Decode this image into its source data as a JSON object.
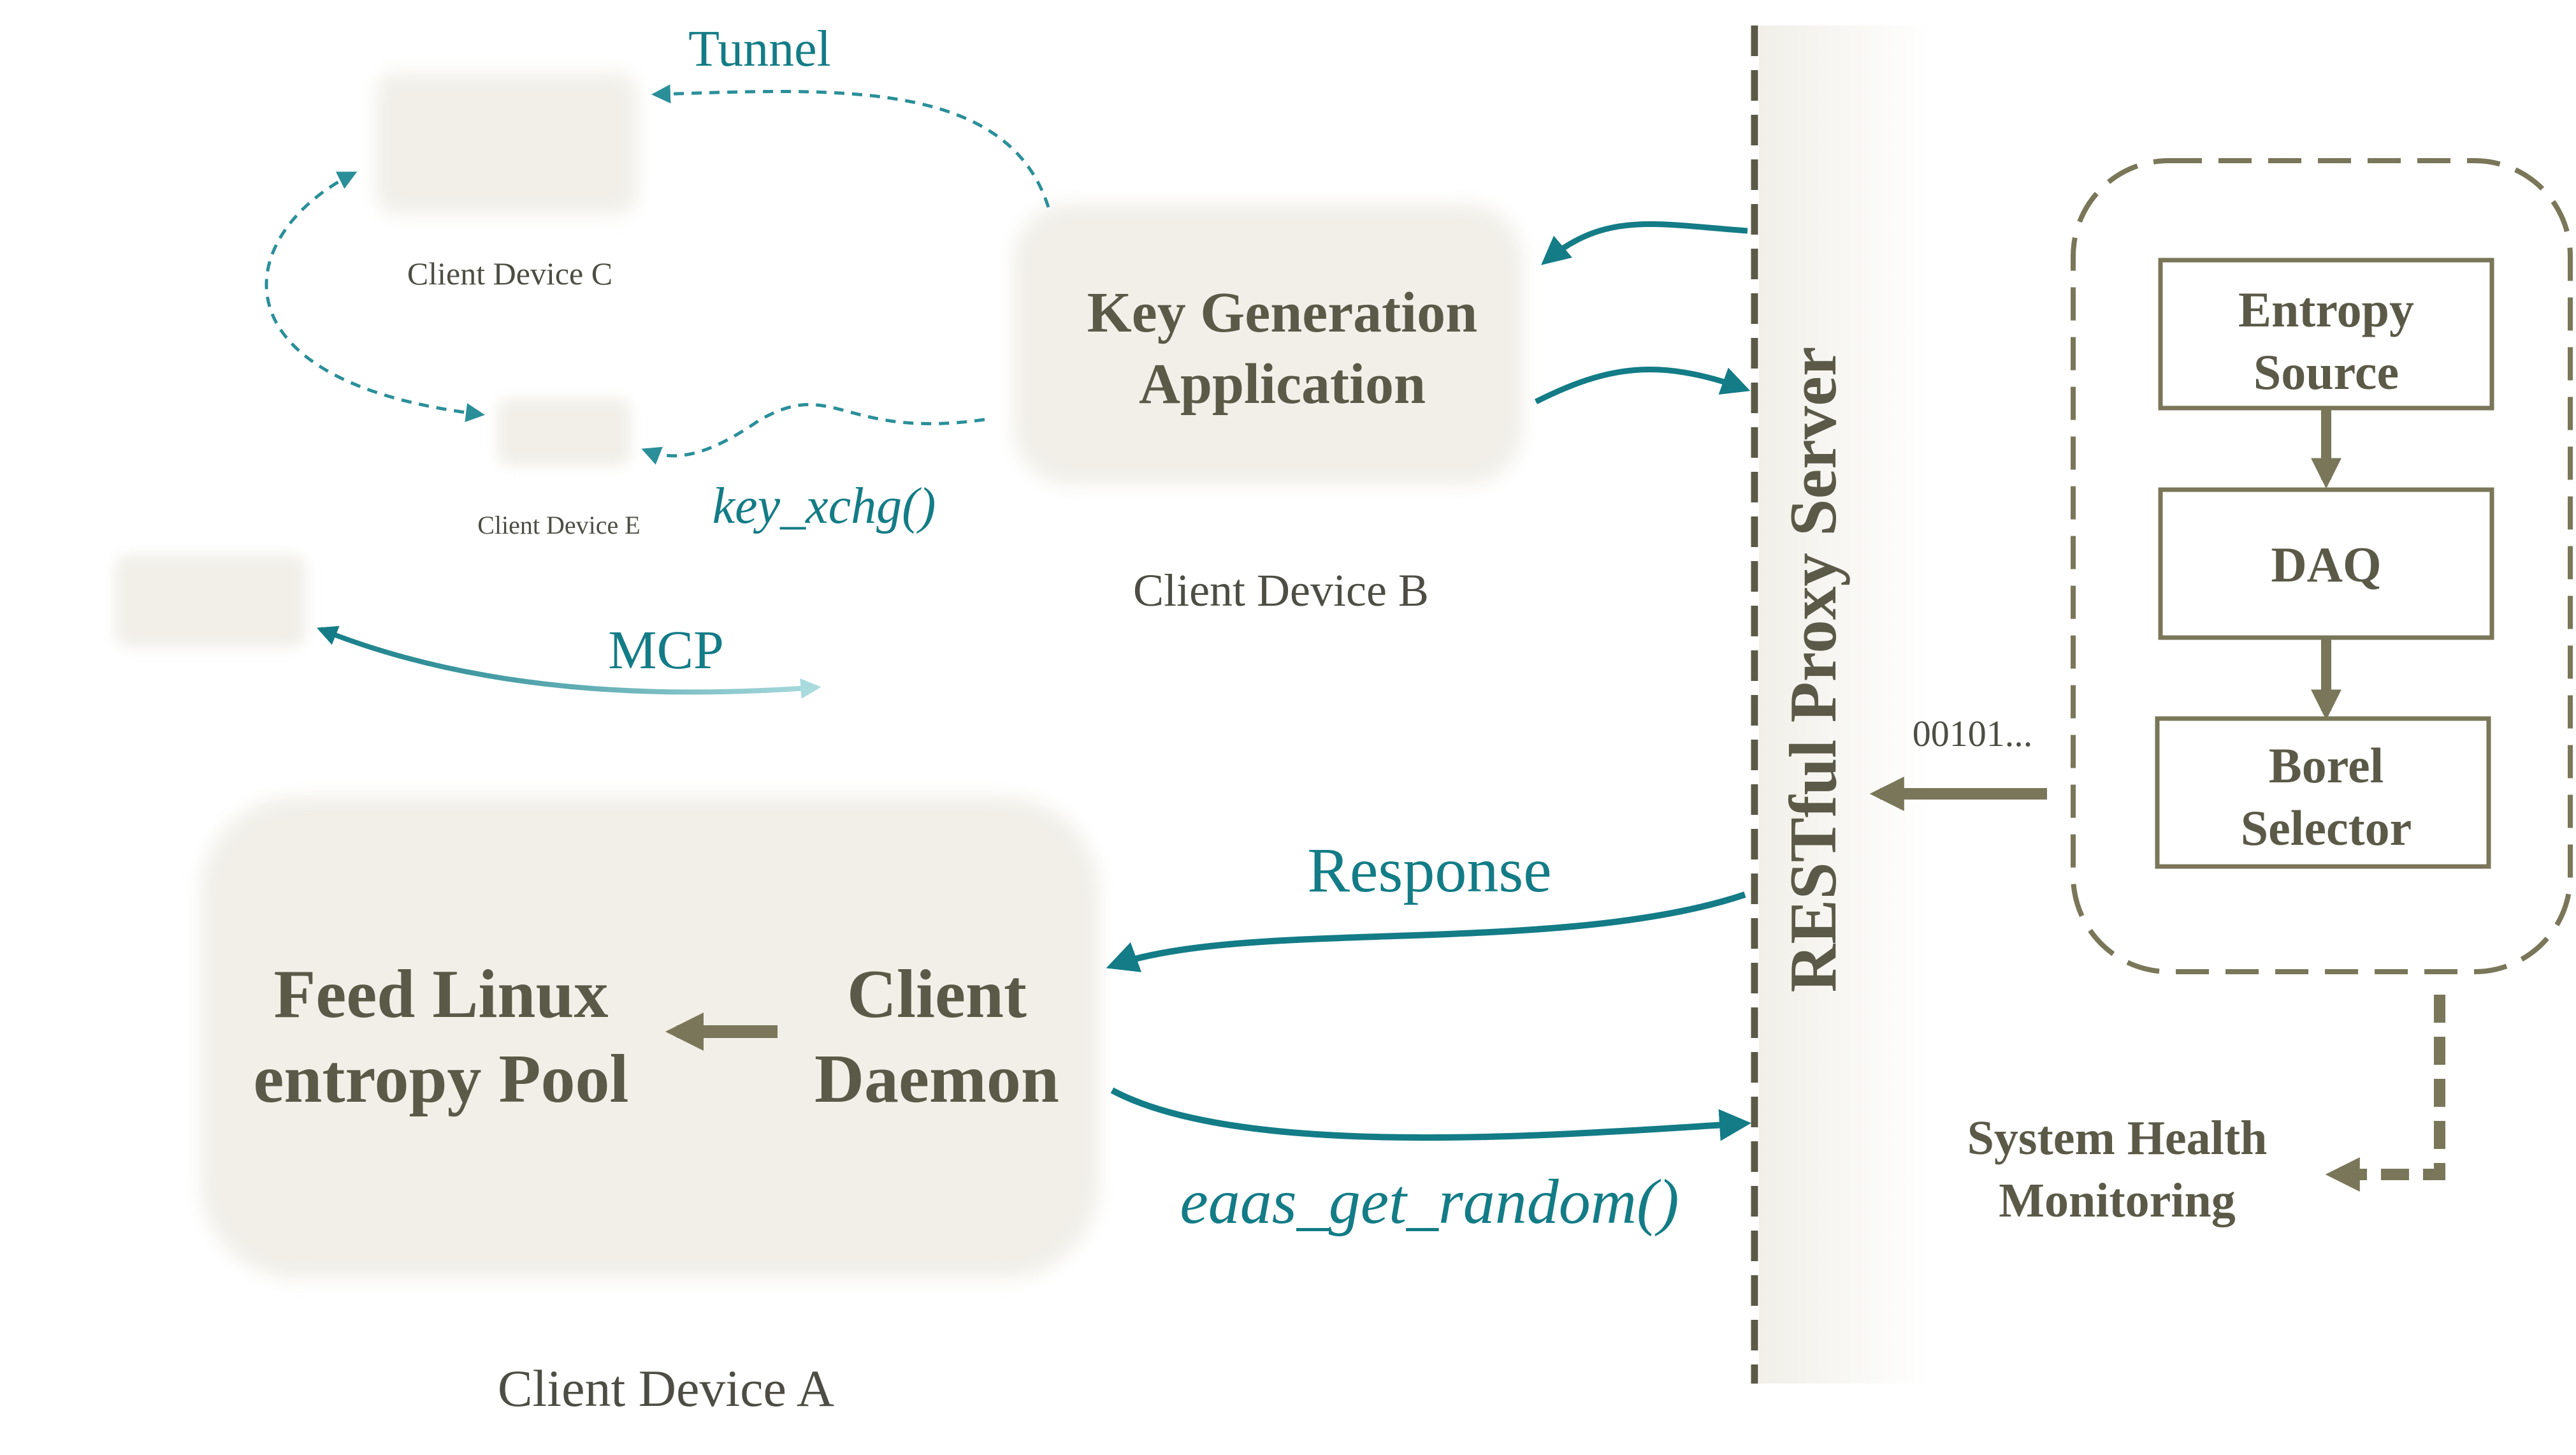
{
  "colors": {
    "teal": "#137c86",
    "olive": "#7a7659",
    "device_fill": "#f4f2ec",
    "text_dark": "#5b5a48",
    "text_gray": "#4d4d45"
  },
  "server": {
    "label": "RESTful Proxy Server"
  },
  "device_a": {
    "caption": "Client Device A",
    "feed_line1": "Feed Linux",
    "feed_line2": "entropy Pool",
    "daemon_line1": "Client",
    "daemon_line2": "Daemon"
  },
  "device_b": {
    "caption": "Client Device B",
    "app_line1": "Key Generation",
    "app_line2": "Application"
  },
  "device_c": {
    "caption": "Client Device C"
  },
  "device_e": {
    "caption": "Client Device E"
  },
  "links": {
    "tunnel": "Tunnel",
    "key_xchg": "key_xchg()",
    "mcp": "MCP",
    "response": "Response",
    "eaas_get_random": "eaas_get_random()",
    "bits": "00101..."
  },
  "entropy_cluster": {
    "entropy_source_line1": "Entropy",
    "entropy_source_line2": "Source",
    "daq": "DAQ",
    "borel_line1": "Borel",
    "borel_line2": "Selector"
  },
  "health": {
    "line1": "System Health",
    "line2": "Monitoring"
  },
  "icons": [
    "arrow-right",
    "arrow-left",
    "dashed-arrow"
  ]
}
